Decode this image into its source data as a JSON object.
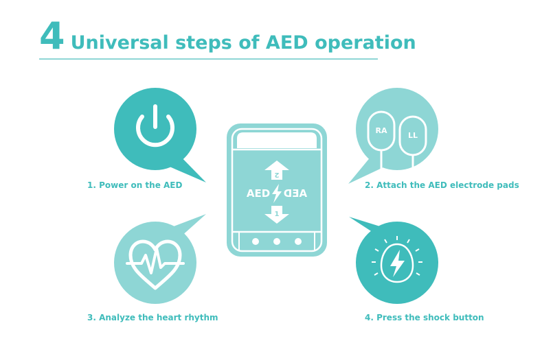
{
  "colors": {
    "accent": "#3fbcbb",
    "accent_light": "#8ed6d5",
    "white": "#ffffff"
  },
  "title": {
    "number": "4",
    "text": "Universal steps of AED operation"
  },
  "steps": [
    {
      "label": "1. Power on the AED",
      "icon": "power-icon"
    },
    {
      "label": "2. Attach the AED electrode pads",
      "icon": "electrode-pads-icon"
    },
    {
      "label": "3. Analyze the heart rhythm",
      "icon": "heart-rhythm-icon"
    },
    {
      "label": "4. Press the shock button",
      "icon": "shock-button-icon"
    }
  ],
  "pads": {
    "left": "RA",
    "right": "LL"
  },
  "device": {
    "label": "AED",
    "mirror_label": "AED",
    "arrow_up_number": "2",
    "arrow_down_number": "1"
  }
}
